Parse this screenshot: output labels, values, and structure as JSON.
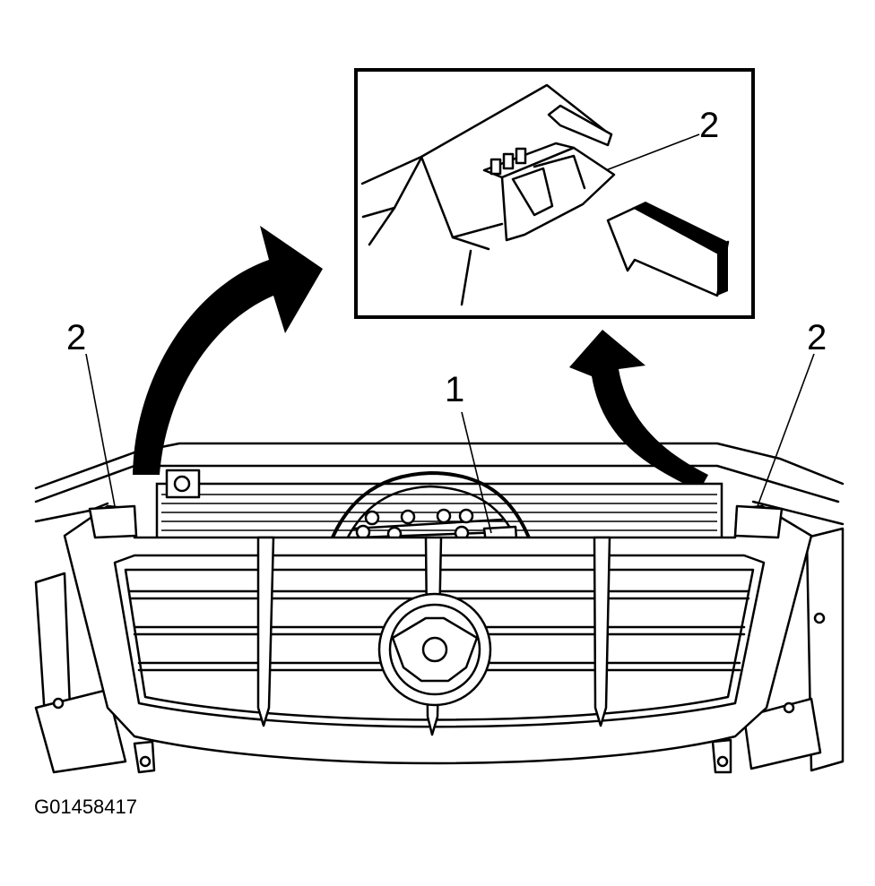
{
  "figure_id": "G01458417",
  "callouts": {
    "part_1": "1",
    "part_2_left": "2",
    "part_2_right": "2",
    "part_2_detail": "2"
  }
}
